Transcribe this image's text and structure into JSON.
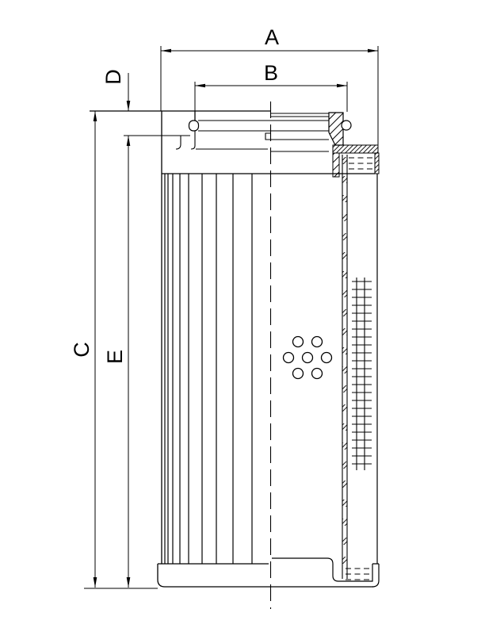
{
  "drawing": {
    "type": "technical-drawing-filter-element-cross-section",
    "dimension_labels": {
      "a": "A",
      "b": "B",
      "c": "C",
      "d": "D",
      "e": "E"
    }
  },
  "colors": {
    "line": "#000000",
    "background": "#ffffff"
  }
}
